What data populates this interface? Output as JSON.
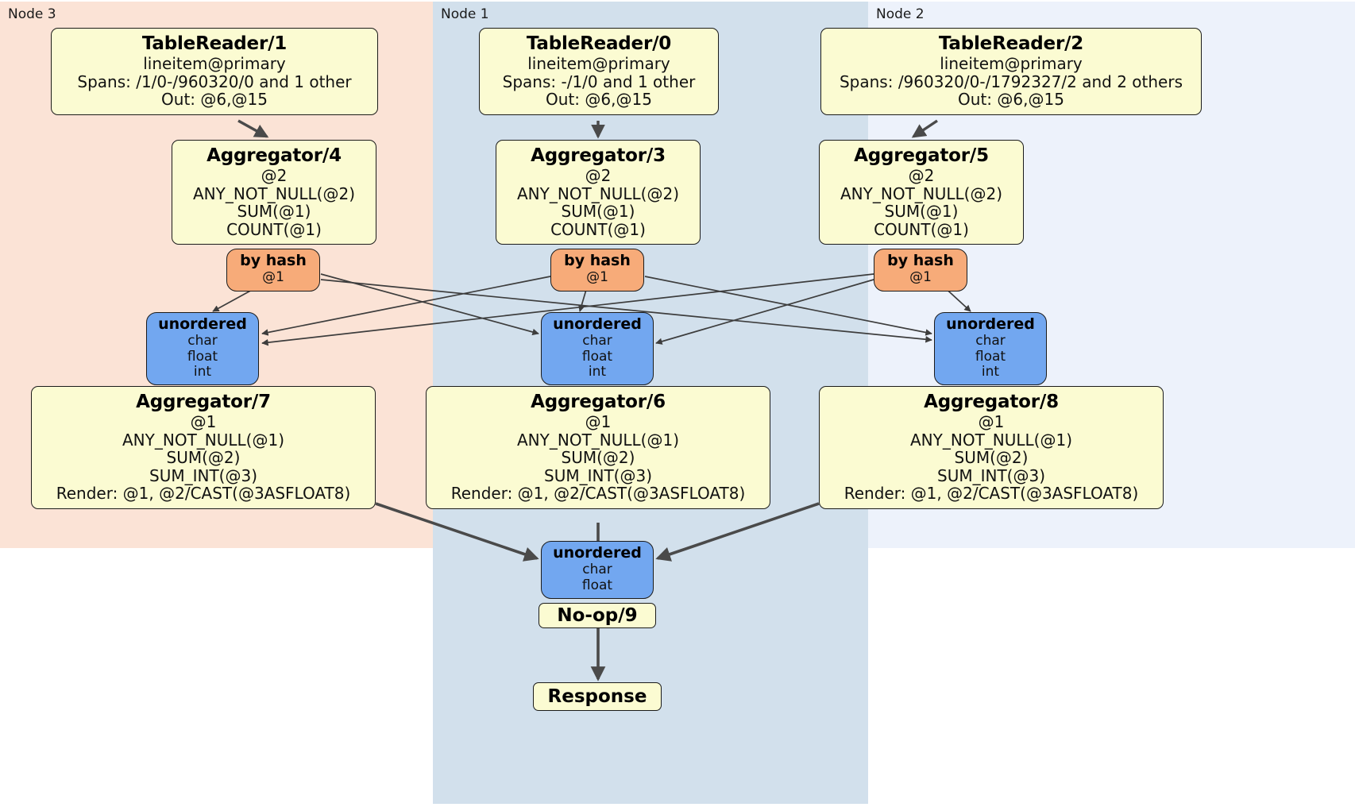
{
  "diagram": {
    "title": "Distributed query execution plan",
    "colors": {
      "node3_panel": "#fbe3d6",
      "node1_panel": "#d2e0ec",
      "node2_panel": "#edf2fb",
      "processor_box": "#fbfbd2",
      "hash_router": "#f7ab79",
      "unordered_router": "#72a7f0",
      "edge": "#4a4a4a",
      "border": "#1b1b1b"
    }
  },
  "panels": [
    {
      "id": "node3",
      "label": "Node 3"
    },
    {
      "id": "node1",
      "label": "Node 1"
    },
    {
      "id": "node2",
      "label": "Node 2"
    }
  ],
  "processors": {
    "table_reader_1": {
      "title": "TableReader/1",
      "lines": [
        "lineitem@primary",
        "Spans: /1/0-/960320/0 and 1 other",
        "Out: @6,@15"
      ]
    },
    "table_reader_0": {
      "title": "TableReader/0",
      "lines": [
        "lineitem@primary",
        "Spans: -/1/0 and 1 other",
        "Out: @6,@15"
      ]
    },
    "table_reader_2": {
      "title": "TableReader/2",
      "lines": [
        "lineitem@primary",
        "Spans: /960320/0-/1792327/2 and 2 others",
        "Out: @6,@15"
      ]
    },
    "aggregator_4": {
      "title": "Aggregator/4",
      "lines": [
        "@2",
        "ANY_NOT_NULL(@2)",
        "SUM(@1)",
        "COUNT(@1)"
      ]
    },
    "aggregator_3": {
      "title": "Aggregator/3",
      "lines": [
        "@2",
        "ANY_NOT_NULL(@2)",
        "SUM(@1)",
        "COUNT(@1)"
      ]
    },
    "aggregator_5": {
      "title": "Aggregator/5",
      "lines": [
        "@2",
        "ANY_NOT_NULL(@2)",
        "SUM(@1)",
        "COUNT(@1)"
      ]
    },
    "aggregator_7": {
      "title": "Aggregator/7",
      "lines": [
        "@1",
        "ANY_NOT_NULL(@1)",
        "SUM(@2)",
        "SUM_INT(@3)",
        "Render: @1, @2/CAST(@3ASFLOAT8)"
      ]
    },
    "aggregator_6": {
      "title": "Aggregator/6",
      "lines": [
        "@1",
        "ANY_NOT_NULL(@1)",
        "SUM(@2)",
        "SUM_INT(@3)",
        "Render: @1, @2/CAST(@3ASFLOAT8)"
      ]
    },
    "aggregator_8": {
      "title": "Aggregator/8",
      "lines": [
        "@1",
        "ANY_NOT_NULL(@1)",
        "SUM(@2)",
        "SUM_INT(@3)",
        "Render: @1, @2/CAST(@3ASFLOAT8)"
      ]
    },
    "no_op_9": {
      "title": "No-op/9"
    },
    "response": {
      "title": "Response"
    }
  },
  "routers": {
    "hash_left": {
      "title": "by hash",
      "lines": [
        "@1"
      ]
    },
    "hash_center": {
      "title": "by hash",
      "lines": [
        "@1"
      ]
    },
    "hash_right": {
      "title": "by hash",
      "lines": [
        "@1"
      ]
    },
    "unordered_left": {
      "title": "unordered",
      "lines": [
        "char",
        "float",
        "int"
      ]
    },
    "unordered_center": {
      "title": "unordered",
      "lines": [
        "char",
        "float",
        "int"
      ]
    },
    "unordered_right": {
      "title": "unordered",
      "lines": [
        "char",
        "float",
        "int"
      ]
    },
    "unordered_final": {
      "title": "unordered",
      "lines": [
        "char",
        "float"
      ]
    }
  }
}
